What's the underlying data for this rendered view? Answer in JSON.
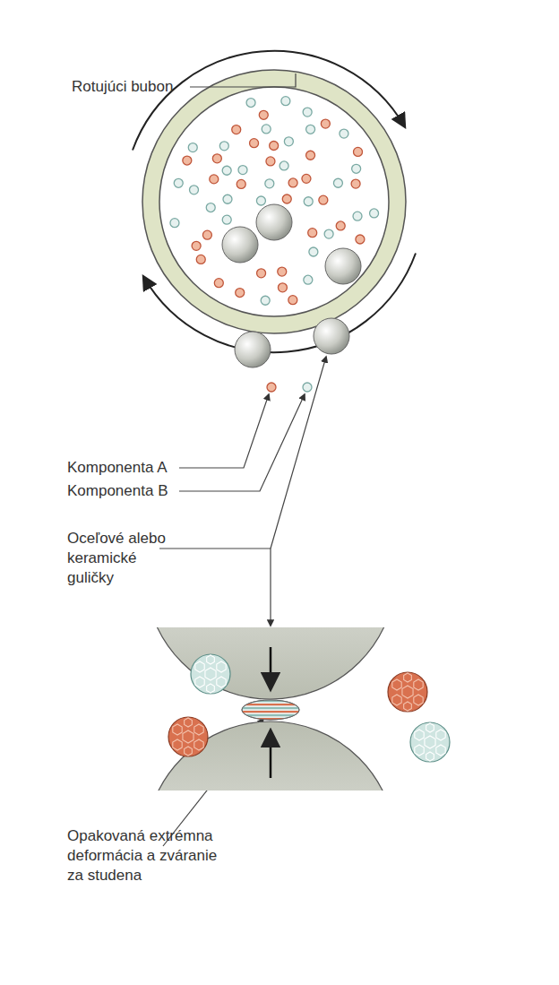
{
  "diagram": {
    "labels": [
      "Rotujúci bubon",
      "Komponenta A",
      "Komponenta B",
      "Oceľové alebo keramické guličky",
      "Opakovaná extrémna deformácia a zváranie za studena"
    ]
  }
}
